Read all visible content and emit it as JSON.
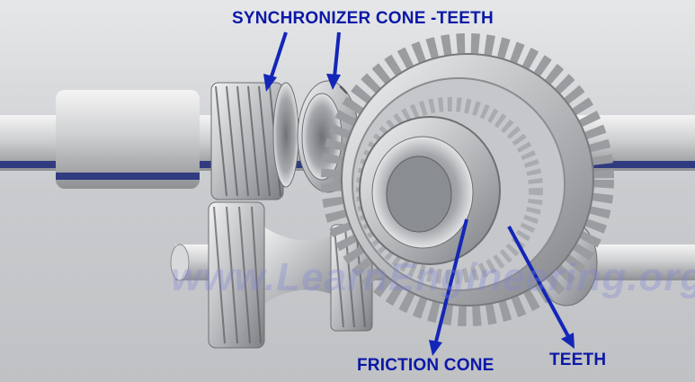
{
  "labels": {
    "synchronizer": "SYNCHRONIZER CONE -TEETH",
    "friction_cone": "FRICTION CONE",
    "teeth": "TEETH"
  },
  "watermark": "www.LearnEngineering.org",
  "colors": {
    "label": "#0b18a6",
    "arrow": "#1426b8",
    "shaft_stripe": "#1d2a7a",
    "watermark": "#7f86d6"
  }
}
